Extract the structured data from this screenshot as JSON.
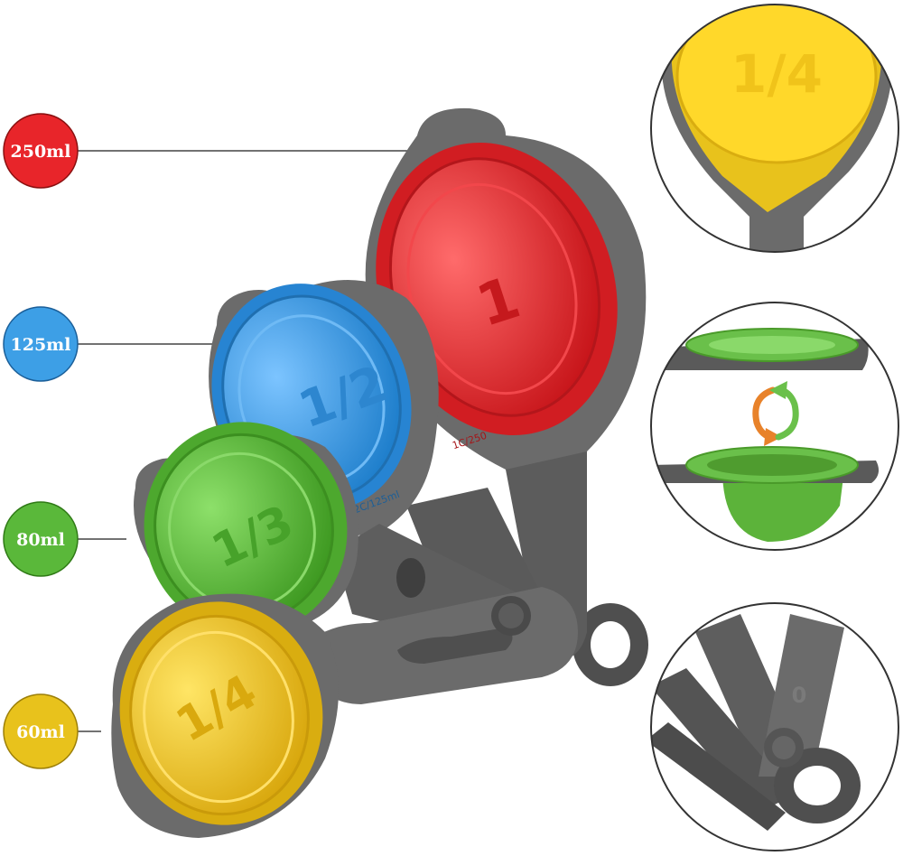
{
  "capacities": [
    {
      "label": "250ml",
      "color": "#e8252a",
      "fraction": "1"
    },
    {
      "label": "125ml",
      "color": "#3d9fe6",
      "fraction": "1/2"
    },
    {
      "label": "80ml",
      "color": "#5ab83a",
      "fraction": "1/3"
    },
    {
      "label": "60ml",
      "color": "#e8c21c",
      "fraction": "1/4"
    }
  ],
  "cup_marks": {
    "red": "1C/250",
    "blue": "1/2C/125ml"
  },
  "detail_views": {
    "top_fraction": "1/4",
    "bottom_mark": "0"
  },
  "colors": {
    "handle": "#6b6b6b",
    "handle_dark": "#4a4a4a",
    "circle_stroke": "#333333",
    "arrow_orange": "#e8822a",
    "arrow_green": "#6ac04a"
  }
}
